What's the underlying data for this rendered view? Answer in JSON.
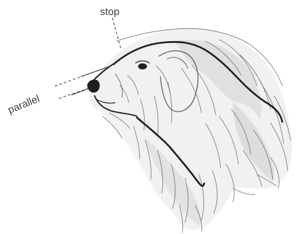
{
  "labels": {
    "stop": "stop",
    "parallel": "parallel"
  },
  "colors": {
    "ink": "#2a2a2a",
    "fur_shade": "#d6d6d6",
    "background": "#ffffff"
  },
  "icons": {
    "illustration": "dog-head-profile-sketch"
  }
}
